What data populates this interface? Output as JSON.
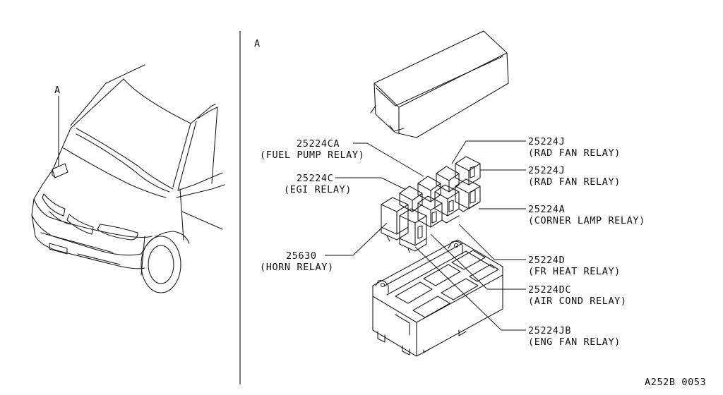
{
  "view_labels": {
    "car_view": "A",
    "detail_view": "A"
  },
  "parts": [
    {
      "id": "fuel-pump-relay",
      "part_no": "25224CA",
      "name": "(FUEL PUMP RELAY)"
    },
    {
      "id": "egi-relay",
      "part_no": "25224C",
      "name": "(EGI RELAY)"
    },
    {
      "id": "horn-relay",
      "part_no": "25630",
      "name": "(HORN RELAY)"
    },
    {
      "id": "rad-fan-relay-1",
      "part_no": "25224J",
      "name": "(RAD FAN RELAY)"
    },
    {
      "id": "rad-fan-relay-2",
      "part_no": "25224J",
      "name": "(RAD FAN RELAY)"
    },
    {
      "id": "corner-lamp-relay",
      "part_no": "25224A",
      "name": "(CORNER LAMP RELAY)"
    },
    {
      "id": "fr-heat-relay",
      "part_no": "25224D",
      "name": "(FR HEAT RELAY)"
    },
    {
      "id": "air-cond-relay",
      "part_no": "25224DC",
      "name": "(AIR COND RELAY)"
    },
    {
      "id": "eng-fan-relay",
      "part_no": "25224JB",
      "name": "(ENG FAN RELAY)"
    }
  ],
  "drawing_code": "A252B 0053"
}
